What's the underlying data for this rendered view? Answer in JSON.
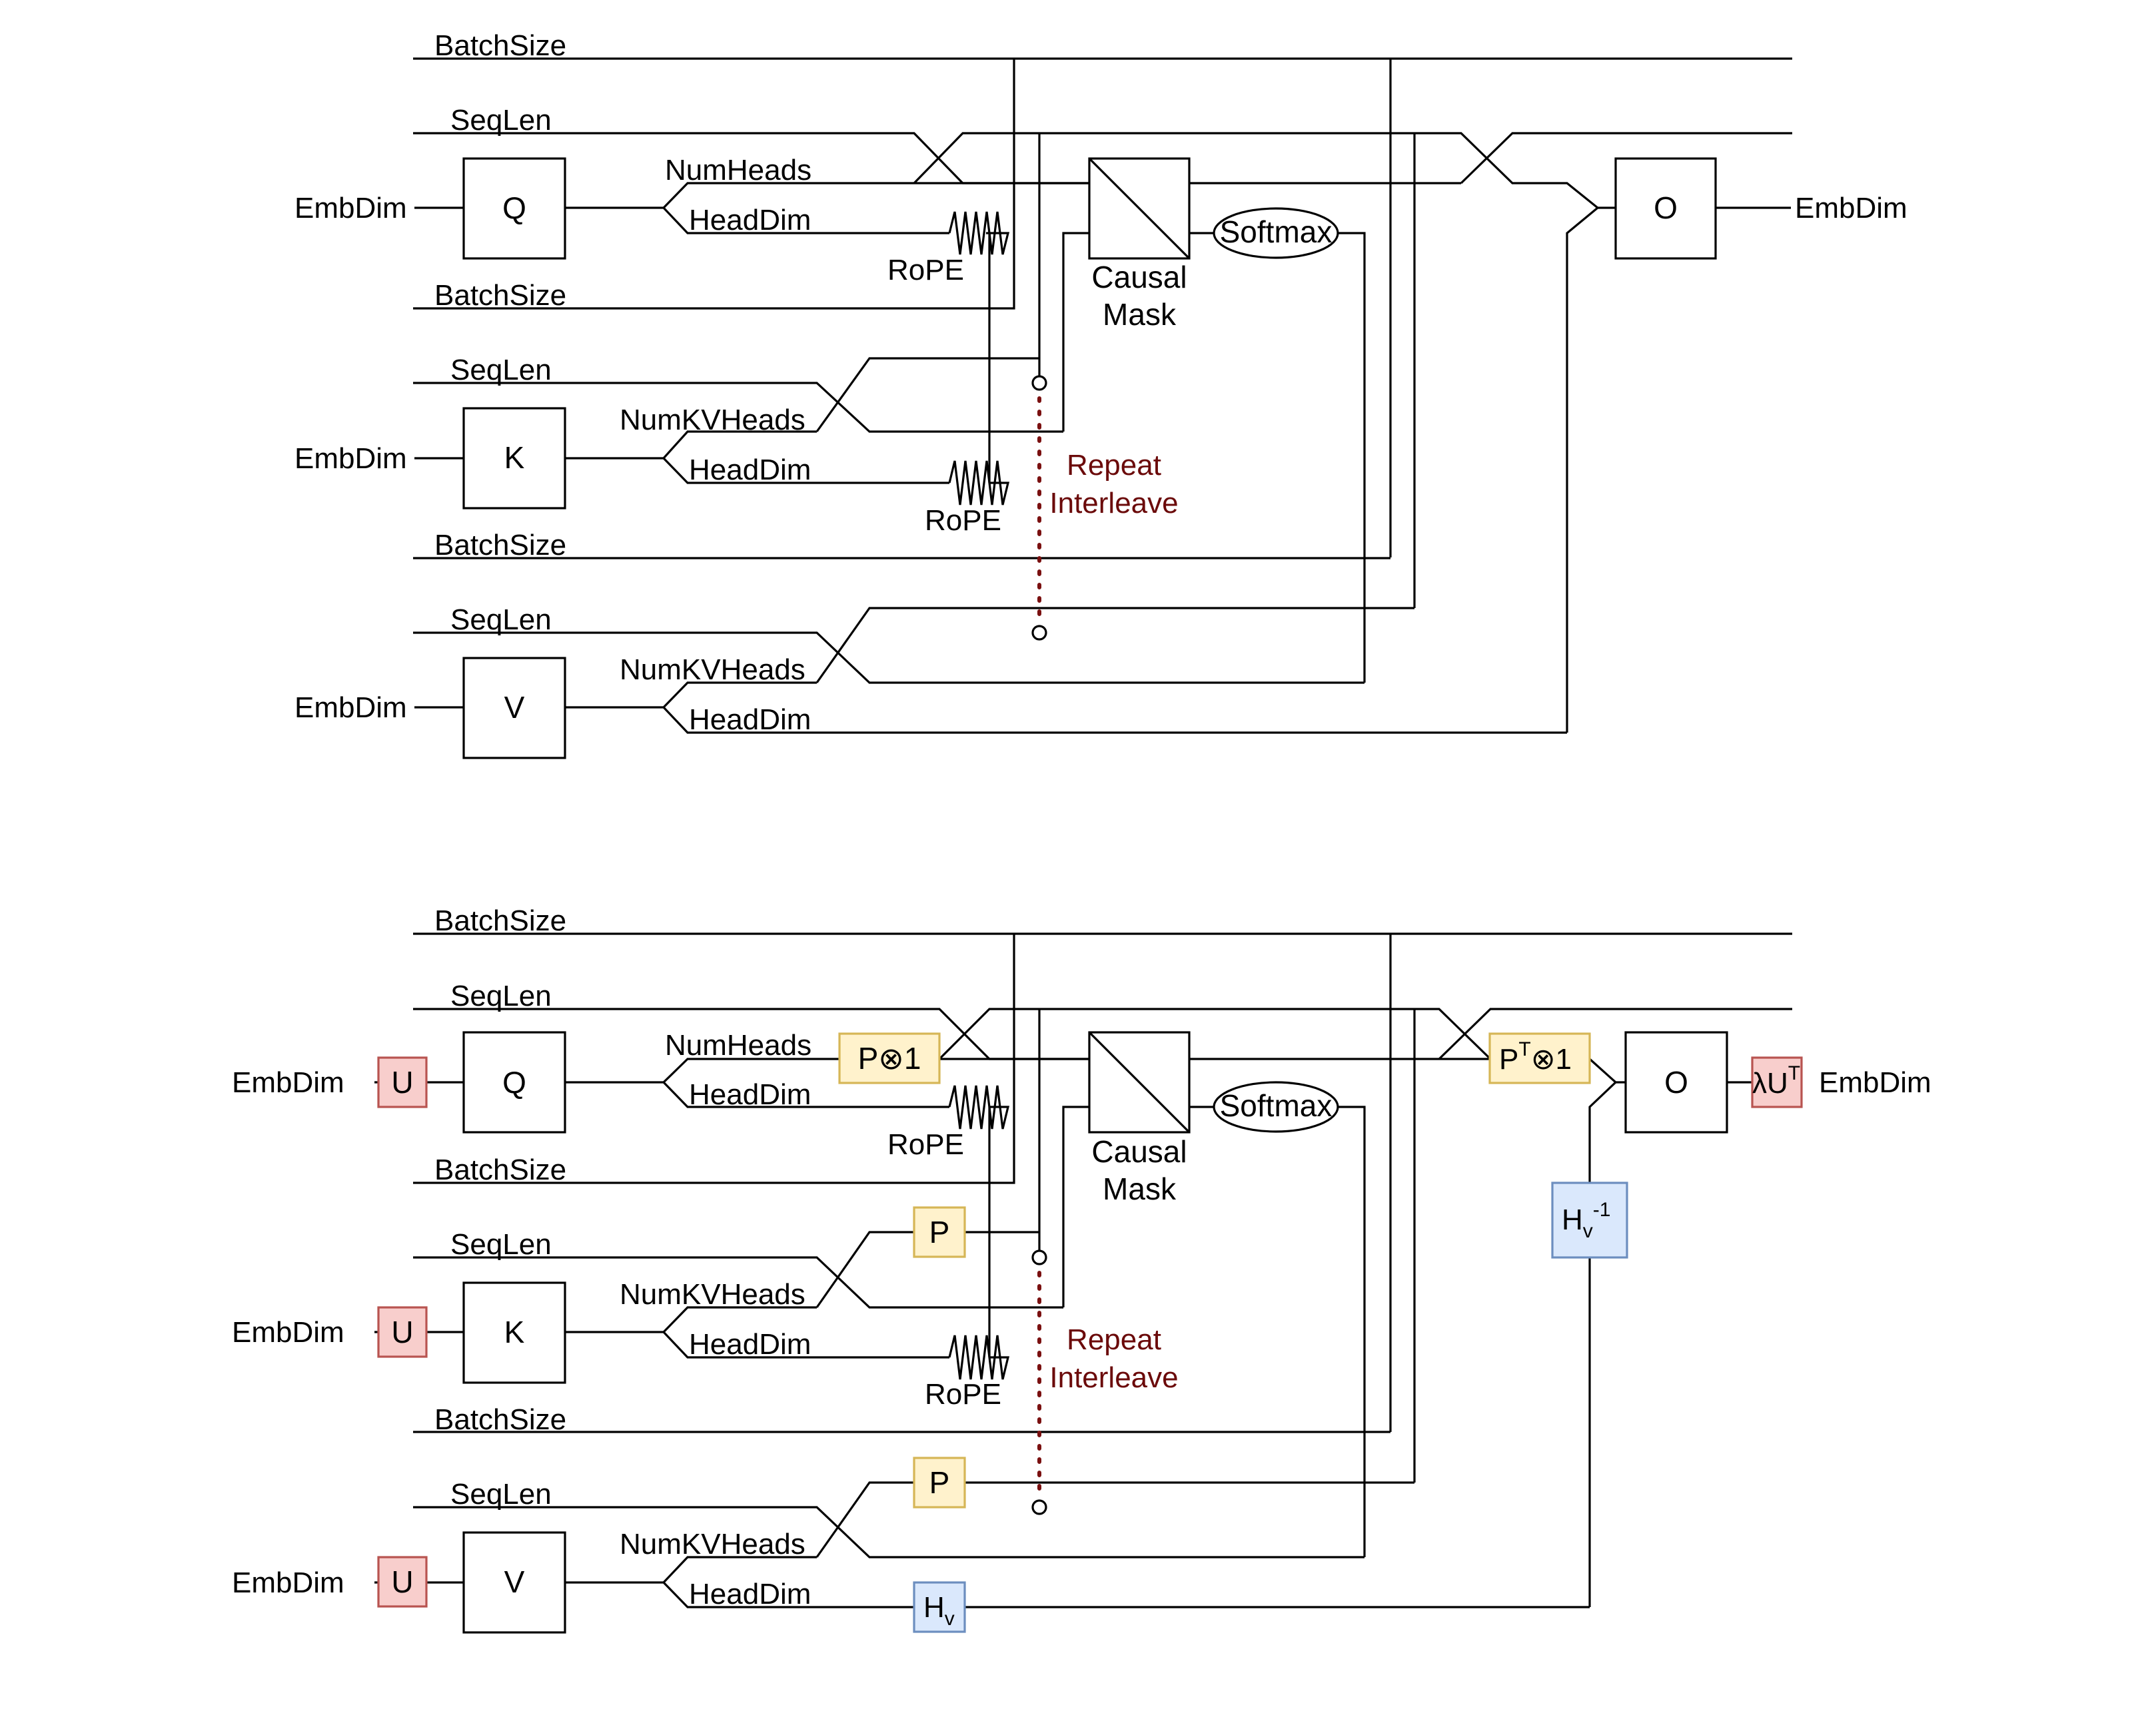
{
  "labels": {
    "batch_size": "BatchSize",
    "seq_len": "SeqLen",
    "emb_dim": "EmbDim",
    "num_heads": "NumHeads",
    "num_kv_heads": "NumKVHeads",
    "head_dim": "HeadDim",
    "rope": "RoPE",
    "causal": "Causal",
    "mask": "Mask",
    "softmax": "Softmax",
    "repeat": "Repeat",
    "interleave": "Interleave"
  },
  "boxes": {
    "q": "Q",
    "k": "K",
    "v": "V",
    "o": "O",
    "u": "U",
    "p": "P",
    "p_kron_1": "P⊗1",
    "pt_base": "P",
    "pt_sup": "T",
    "pt_rest": "⊗1",
    "h_base": "H",
    "h_sub": "v",
    "hinv_sup": "-1",
    "lut_base": "λU",
    "lut_sup": "T"
  },
  "colors": {
    "u_fill": "#f8cecc",
    "u_stroke": "#b85450",
    "p_fill": "#fff2cc",
    "p_stroke": "#d6b656",
    "h_fill": "#dae8fc",
    "h_stroke": "#6c8ebf",
    "repeat_text": "#6b0a0a"
  }
}
